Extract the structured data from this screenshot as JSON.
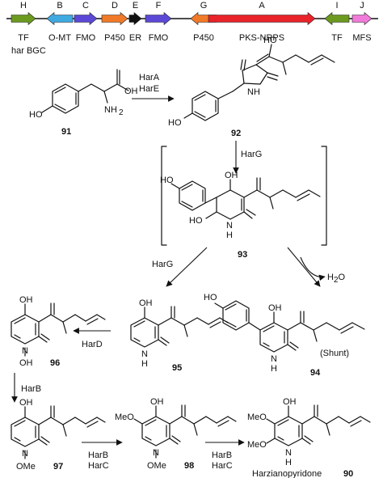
{
  "colors": {
    "green": "#6b9a1f",
    "light_blue": "#3fa9e0",
    "purple": "#5b49d6",
    "orange": "#f07a28",
    "black": "#111111",
    "red": "#e8232a",
    "pink": "#f07ad8",
    "backbone": "#111111"
  },
  "gene_cluster": {
    "label": "har BGC",
    "genes": [
      {
        "letter": "H",
        "function": "TF",
        "color_key": "green",
        "direction": "right"
      },
      {
        "letter": "B",
        "function": "O-MT",
        "color_key": "light_blue",
        "direction": "left"
      },
      {
        "letter": "C",
        "function": "FMO",
        "color_key": "purple",
        "direction": "right"
      },
      {
        "letter": "D",
        "function": "P450",
        "color_key": "orange",
        "direction": "right"
      },
      {
        "letter": "E",
        "function": "ER",
        "color_key": "black",
        "direction": "right"
      },
      {
        "letter": "F",
        "function": "FMO",
        "color_key": "purple",
        "direction": "right"
      },
      {
        "letter": "G",
        "function": "P450",
        "color_key": "orange",
        "direction": "left"
      },
      {
        "letter": "A",
        "function": "PKS-NRPS",
        "color_key": "red",
        "direction": "right"
      },
      {
        "letter": "I",
        "function": "TF",
        "color_key": "green",
        "direction": "left"
      },
      {
        "letter": "J",
        "function": "MFS",
        "color_key": "pink",
        "direction": "right"
      }
    ]
  },
  "compounds": {
    "c91": {
      "number": "91",
      "labels": {
        "oh_acid": "OH",
        "nh2": "NH",
        "nh2_sub": "2",
        "oh_phenol": "HO"
      }
    },
    "c92": {
      "number": "92",
      "labels": {
        "oh": "HO",
        "nh": "NH",
        "ho_phenol": "HO"
      }
    },
    "c93": {
      "number": "93",
      "labels": {
        "ho_phenol": "HO",
        "oh": "OH",
        "ho": "HO",
        "nh": "N",
        "h": "H"
      }
    },
    "c94": {
      "number": "94",
      "note": "(Shunt)",
      "labels": {
        "ho_phenol": "HO",
        "oh": "OH",
        "nh": "N",
        "h": "H"
      }
    },
    "c95": {
      "number": "95",
      "labels": {
        "oh": "OH",
        "nh": "N",
        "h": "H"
      }
    },
    "c96": {
      "number": "96",
      "labels": {
        "oh": "OH",
        "n": "N",
        "oh_n": "OH"
      }
    },
    "c97": {
      "number": "97",
      "labels": {
        "oh": "OH",
        "n": "N",
        "ome": "OMe"
      }
    },
    "c98": {
      "number": "98",
      "labels": {
        "oh": "OH",
        "meo": "MeO",
        "n": "N",
        "ome": "OMe"
      }
    },
    "c90": {
      "number": "90",
      "name": "Harzianopyridone",
      "labels": {
        "oh": "OH",
        "meo1": "MeO",
        "meo2": "MeO",
        "nh": "N",
        "h": "H"
      }
    }
  },
  "reactions": {
    "r1": {
      "enzymes": [
        "HarA",
        "HarE"
      ]
    },
    "r2": {
      "enzymes": [
        "HarG"
      ]
    },
    "r3": {
      "enzymes": [
        "HarG"
      ]
    },
    "r4": {
      "byproduct": "H",
      "byproduct_sub": "2",
      "byproduct_end": "O"
    },
    "r5": {
      "enzymes": [
        "HarD"
      ]
    },
    "r6": {
      "enzymes": [
        "HarB"
      ]
    },
    "r7": {
      "enzymes": [
        "HarB",
        "HarC"
      ]
    },
    "r8": {
      "enzymes": [
        "HarB",
        "HarC"
      ]
    }
  }
}
